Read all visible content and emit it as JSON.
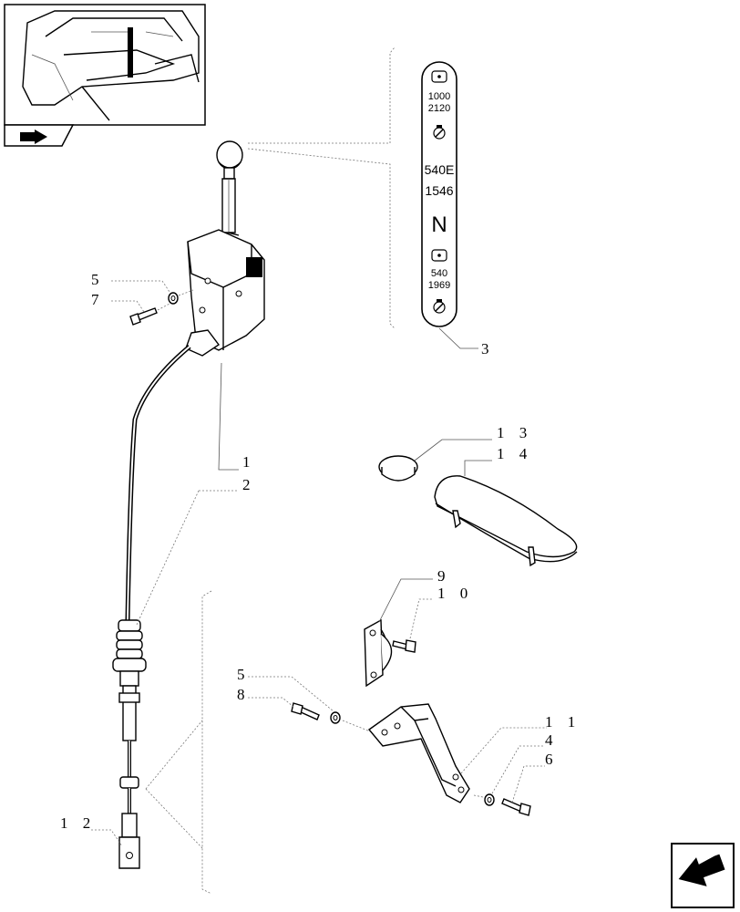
{
  "decal": {
    "speed1_top": "1000",
    "speed1_bottom": "2120",
    "speed2_top": "540E",
    "speed2_bottom": "1546",
    "neutral": "N",
    "speed3_top": "540",
    "speed3_bottom": "1969"
  },
  "callouts": {
    "c1": "1",
    "c2": "2",
    "c3": "3",
    "c4": "4",
    "c5a": "5",
    "c5b": "5",
    "c6": "6",
    "c7": "7",
    "c8": "8",
    "c9": "9",
    "c10": "1 0",
    "c11": "1 1",
    "c12": "1 2",
    "c13": "1 3",
    "c14": "1 4"
  }
}
